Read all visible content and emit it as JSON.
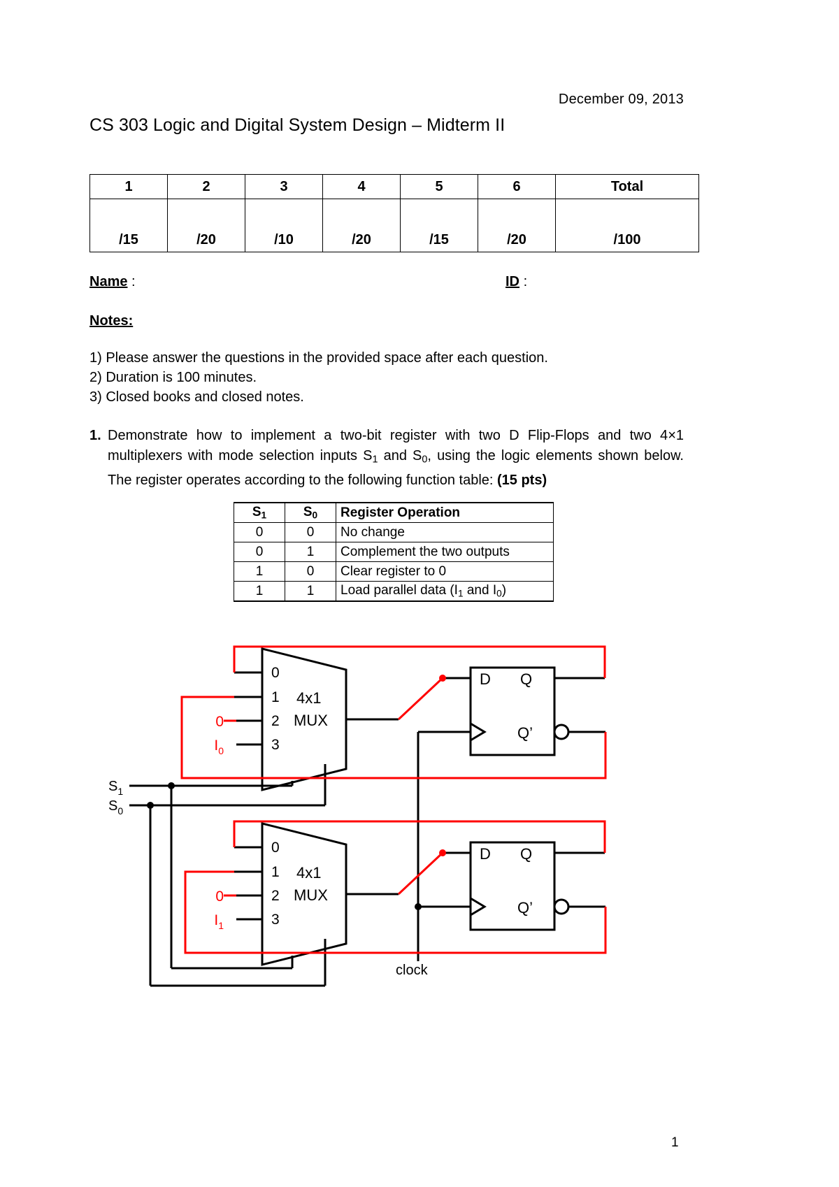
{
  "header": {
    "date": "December 09, 2013",
    "title": "CS 303 Logic and Digital System Design – Midterm II"
  },
  "grade_table": {
    "columns": [
      "1",
      "2",
      "3",
      "4",
      "5",
      "6",
      "Total"
    ],
    "points": [
      "/15",
      "/20",
      "/10",
      "/20",
      "/15",
      "/20",
      "/100"
    ]
  },
  "identity": {
    "name_label": "Name",
    "name_colon": ":",
    "id_label": "ID",
    "id_colon": ":"
  },
  "notes": {
    "heading": "Notes:",
    "items": [
      "1) Please answer the questions in the provided space after each question.",
      "2) Duration is 100 minutes.",
      "3) Closed books and closed notes."
    ]
  },
  "question1": {
    "number": "1.",
    "line1_a": "Demonstrate how to implement a two-bit register with two D Flip-Flops and two 4",
    "line1_mult": "×",
    "line1_b": "1",
    "line2_a": "multiplexers with mode selection inputs S",
    "line2_sub1": "1",
    "line2_b": " and S",
    "line2_sub2": "0",
    "line2_c": ", using the logic elements shown below.",
    "line3_a": "The register operates according to the following function table: ",
    "line3_points": "(15 pts)"
  },
  "function_table": {
    "headers": [
      "S1",
      "S0",
      "Register Operation"
    ],
    "header_display": {
      "s1_base": "S",
      "s1_sub": "1",
      "s0_base": "S",
      "s0_sub": "0",
      "op": "Register Operation"
    },
    "rows": [
      {
        "s1": "0",
        "s0": "0",
        "op_plain": "No change"
      },
      {
        "s1": "0",
        "s0": "1",
        "op_plain": "Complement the two outputs"
      },
      {
        "s1": "1",
        "s0": "0",
        "op_plain": "Clear register to 0"
      },
      {
        "s1": "1",
        "s0": "1",
        "op_plain": "Load parallel data (I1 and I0)",
        "op_parts": {
          "a": "Load parallel data (I",
          "sub1": "1",
          "b": " and I",
          "sub2": "0",
          "c": ")"
        }
      }
    ]
  },
  "circuit": {
    "mux_top": {
      "type_label_line1": "4x1",
      "type_label_line2": "MUX",
      "inputs": [
        "0",
        "1",
        "2",
        "3"
      ],
      "input2_value": "0",
      "input3_value": "I0",
      "input3_base": "I",
      "input3_sub": "0"
    },
    "mux_bottom": {
      "type_label_line1": "4x1",
      "type_label_line2": "MUX",
      "inputs": [
        "0",
        "1",
        "2",
        "3"
      ],
      "input2_value": "0",
      "input3_value": "I1",
      "input3_base": "I",
      "input3_sub": "1"
    },
    "ff_top": {
      "d": "D",
      "q": "Q",
      "qbar": "Q’"
    },
    "ff_bottom": {
      "d": "D",
      "q": "Q",
      "qbar": "Q’"
    },
    "select_inputs": [
      {
        "base": "S",
        "sub": "1"
      },
      {
        "base": "S",
        "sub": "0"
      }
    ],
    "clock_label": "clock",
    "colors": {
      "wire": "#000000",
      "annotation": "#ff0000"
    }
  },
  "footer": {
    "page_number": "1"
  }
}
